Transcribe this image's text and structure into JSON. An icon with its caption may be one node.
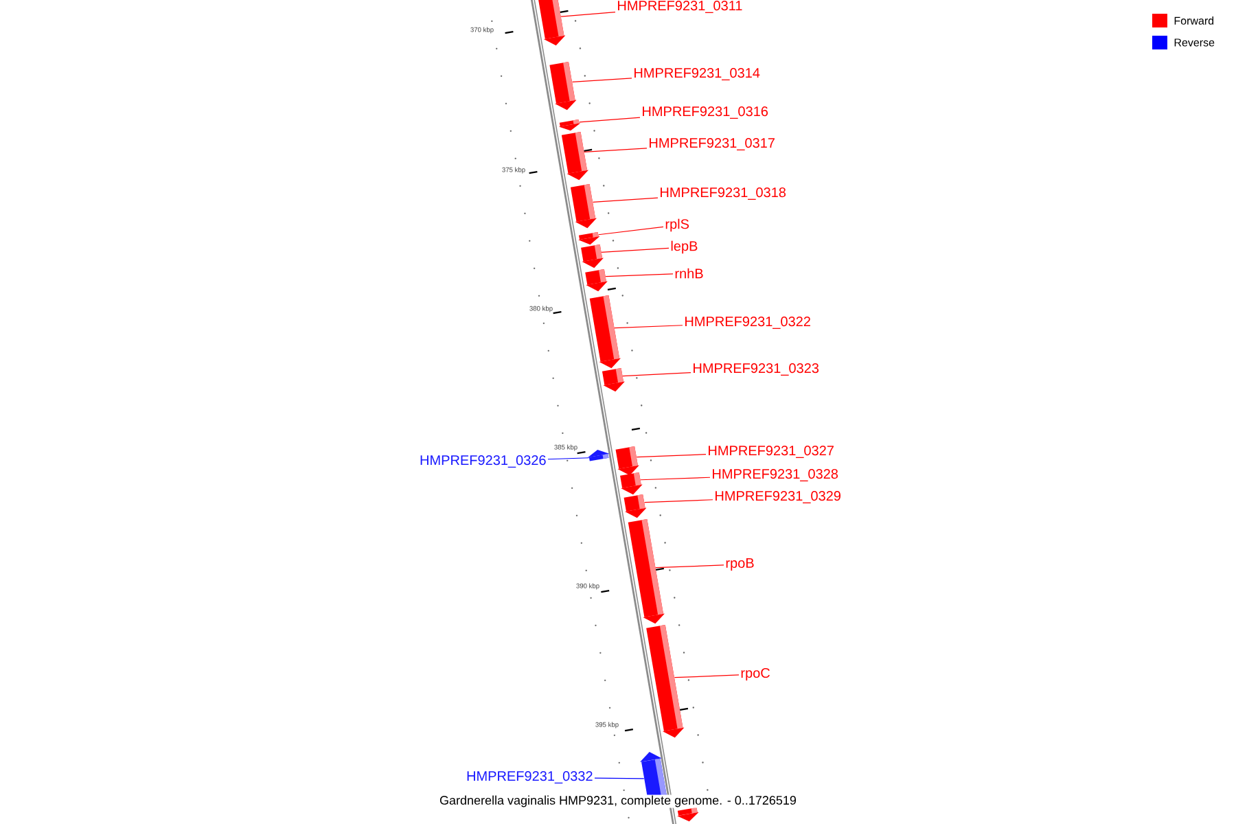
{
  "diagram": {
    "caption": "Gardnerella vaginalis HMP9231, complete genome. - 0..1726519",
    "nodes": [
      {
        "text": [
          "HMPREF9231_0311"
        ]
      },
      {
        "text": [],
        "shape": "arrow"
      },
      {
        "text": [
          "HMPREF9231_0314"
        ]
      },
      {
        "text": [],
        "shape": "arrow"
      },
      {
        "text": [
          "HMPREF9231_0316"
        ]
      },
      {
        "text": [],
        "shape": "arrow"
      },
      {
        "text": [
          "HMPREF9231_0317"
        ]
      },
      {
        "text": [],
        "shape": "arrow"
      },
      {
        "text": [
          "HMPREF9231_0318"
        ]
      },
      {
        "text": [],
        "shape": "arrow"
      },
      {
        "text": [
          "rplS"
        ]
      },
      {
        "text": [],
        "shape": "arrow"
      },
      {
        "text": [
          "lepB"
        ]
      },
      {
        "text": [],
        "shape": "arrow"
      },
      {
        "text": [
          "rnhB"
        ]
      },
      {
        "text": [],
        "shape": "arrow"
      },
      {
        "text": [
          "HMPREF9231_0322"
        ]
      },
      {
        "text": [],
        "shape": "arrow"
      },
      {
        "text": [
          "HMPREF9231_0323"
        ]
      },
      {
        "text": [],
        "shape": "arrow"
      },
      {
        "text": [
          "HMPREF9231_0326"
        ]
      },
      {
        "text": [],
        "shape": "arrow"
      },
      {
        "text": [
          "HMPREF9231_0327"
        ]
      },
      {
        "text": [],
        "shape": "arrow"
      },
      {
        "text": [
          "HMPREF9231_0328"
        ]
      },
      {
        "text": [],
        "shape": "arrow"
      },
      {
        "text": [
          "HMPREF9231_0329"
        ]
      },
      {
        "text": [],
        "shape": "arrow"
      },
      {
        "text": [
          "rpoB"
        ]
      },
      {
        "text": [],
        "shape": "arrow"
      },
      {
        "text": [
          "rpoC"
        ]
      },
      {
        "text": [],
        "shape": "arrow"
      },
      {
        "text": [
          "HMPREF9231_0332"
        ]
      },
      {
        "text": [],
        "shape": "arrow"
      },
      {
        "text": [],
        "shape": "arrow"
      }
    ],
    "edges": [
      {
        "from": 0,
        "to": 1,
        "arrow": "none"
      },
      {
        "from": 2,
        "to": 3,
        "arrow": "none"
      },
      {
        "from": 4,
        "to": 5,
        "arrow": "none"
      },
      {
        "from": 6,
        "to": 7,
        "arrow": "none"
      },
      {
        "from": 8,
        "to": 9,
        "arrow": "none"
      },
      {
        "from": 10,
        "to": 11,
        "arrow": "none"
      },
      {
        "from": 12,
        "to": 13,
        "arrow": "none"
      },
      {
        "from": 14,
        "to": 15,
        "arrow": "none"
      },
      {
        "from": 16,
        "to": 17,
        "arrow": "none"
      },
      {
        "from": 18,
        "to": 19,
        "arrow": "none"
      },
      {
        "from": 20,
        "to": 21,
        "arrow": "none",
        "color": "#0000ff"
      },
      {
        "from": 22,
        "to": 23,
        "arrow": "none"
      },
      {
        "from": 24,
        "to": 25,
        "arrow": "none"
      },
      {
        "from": 26,
        "to": 27,
        "arrow": "none"
      },
      {
        "from": 28,
        "to": 29,
        "arrow": "none"
      },
      {
        "from": 30,
        "to": 31,
        "arrow": "none"
      },
      {
        "from": 32,
        "to": 33,
        "arrow": "none",
        "color": "#0000ff"
      }
    ],
    "labels": [
      "370 kbp",
      "375 kbp",
      "380 kbp",
      "385 kbp",
      "390 kbp",
      "395 kbp"
    ],
    "legend": [
      {
        "text": "Forward",
        "color": "#ff0000"
      },
      {
        "text": "Reverse",
        "color": "#0000ff"
      }
    ]
  }
}
